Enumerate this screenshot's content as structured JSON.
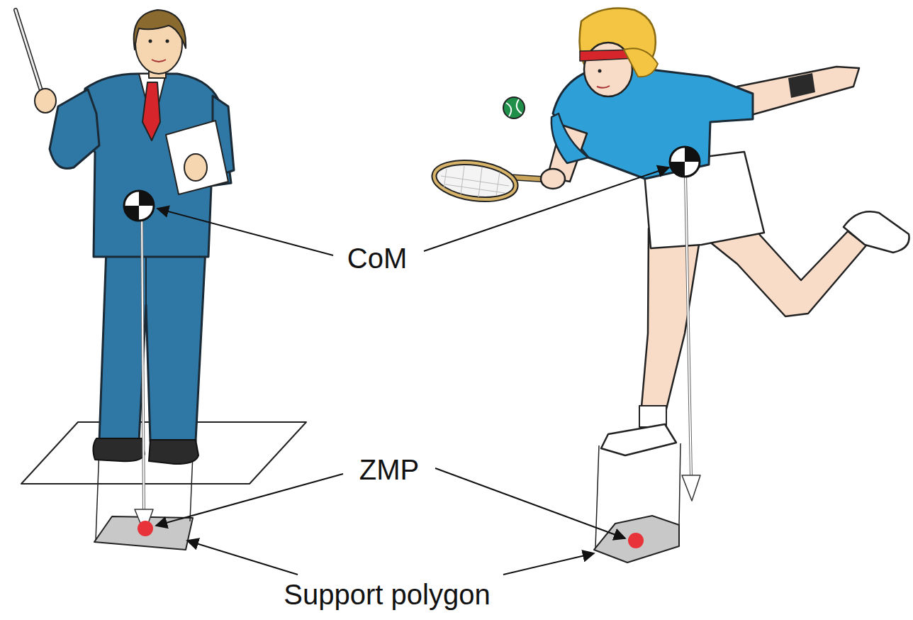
{
  "diagram": {
    "labels": [
      "CoM",
      "ZMP",
      "Support polygon"
    ]
  }
}
